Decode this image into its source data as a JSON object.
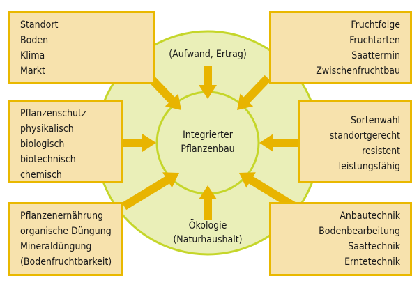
{
  "center": {
    "line1": "Integrierter",
    "line2": "Pflanzenbau"
  },
  "top_label": "(Aufwand, Ertrag)",
  "bottom_label": {
    "line1": "Ökologie",
    "line2": "(Naturhaushalt)"
  },
  "boxes": {
    "standort": [
      "Standort",
      "Boden",
      "Klima",
      "Markt"
    ],
    "pflanzenschutz": [
      "Pflanzenschutz",
      "physikalisch",
      "biologisch",
      "biotechnisch",
      "chemisch"
    ],
    "ernaehrung": [
      "Pflanzenernährung",
      "organische Düngung",
      "Mineraldüngung",
      "(Bodenfruchtbarkeit)"
    ],
    "fruchtfolge": [
      "Fruchtfolge",
      "Fruchtarten",
      "Saattermin",
      "Zwischenfruchtbau"
    ],
    "sortenwahl": [
      "Sortenwahl",
      "standortgerecht",
      "resistent",
      "leistungsfähig"
    ],
    "anbautechnik": [
      "Anbautechnik",
      "Bodenbearbeitung",
      "Saattechnik",
      "Erntetechnik"
    ]
  },
  "colors": {
    "box_fill": "#f7e2ad",
    "box_border": "#e9b800",
    "arrow": "#e8b400",
    "circle_fill": "#eaefb8",
    "circle_stroke": "#c5d62a"
  }
}
